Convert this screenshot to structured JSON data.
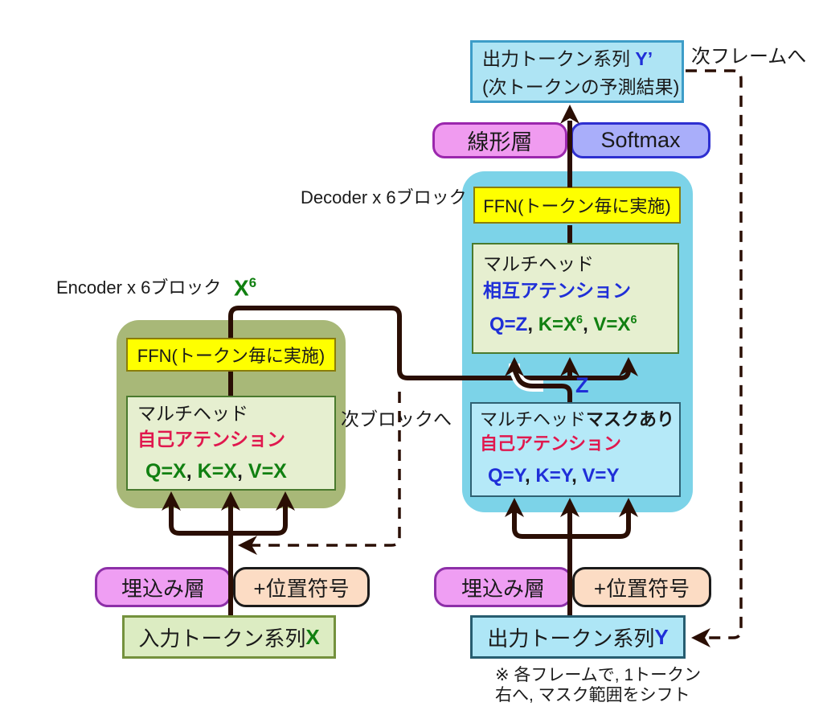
{
  "top": {
    "output_line1": "出力トークン系列 ",
    "output_var": "Y’",
    "output_line2": "(次トークンの予測結果)",
    "next_frame": "次フレームへ",
    "linear": "線形層",
    "softmax": "Softmax"
  },
  "decoder": {
    "label": "Decoder x 6ブロック",
    "ffn_label": "FFN(トークン毎に実施)",
    "cross_attn": {
      "line1": "マルチヘッド",
      "line2": "相互アテンション",
      "q": "Q=Z",
      "sep1": ", ",
      "k": "K=X",
      "k_sup": "6",
      "sep2": ", ",
      "v": "V=X",
      "v_sup": "6"
    },
    "z_label": "Z",
    "masked_attn": {
      "line1a": "マルチヘッド",
      "line1b": "マスクあり",
      "line2": "自己アテンション",
      "q": "Q=Y",
      "sep1": ", ",
      "k": "K=Y",
      "sep2": ", ",
      "v": "V=Y"
    }
  },
  "encoder": {
    "label": "Encoder x 6ブロック",
    "x6_base": "X",
    "x6_sup": "6",
    "ffn_label": "FFN(トークン毎に実施)",
    "attn": {
      "line1": "マルチヘッド",
      "line2": "自己アテンション",
      "q": "Q=X",
      "sep1": ", ",
      "k": "K=X",
      "sep2": ", ",
      "v": "V=X"
    }
  },
  "misc": {
    "next_block": "次ブロックへ"
  },
  "bottom_left": {
    "embed": "埋込み層",
    "pos": "+位置符号",
    "input_main": "入力トークン系列 ",
    "input_var": "X"
  },
  "bottom_right": {
    "embed": "埋込み層",
    "pos": "+位置符号",
    "output_main": "出力トークン系列",
    "output_var": "Y",
    "note1": "※ 各フレームで, 1トークン",
    "note2": "右へ, マスク範囲をシフト"
  },
  "colors": {
    "accent_green": "#118011",
    "accent_blue": "#1f2fd8",
    "accent_red": "#e0184e",
    "line_dark": "#2a0e04",
    "encoder_fill": "#a8b878",
    "decoder_fill": "#7cd3e8",
    "ffn_yellow": "#feff00",
    "attn_box_fill": "#e6efd0",
    "masked_box_fill": "#b5e9f8",
    "token_box_cyan": "#aee6f6",
    "linear_fill": "#f09bf0",
    "softmax_fill": "#a9aefa",
    "embed_fill": "#ef9ef3",
    "pos_fill": "#fcdcc4"
  }
}
